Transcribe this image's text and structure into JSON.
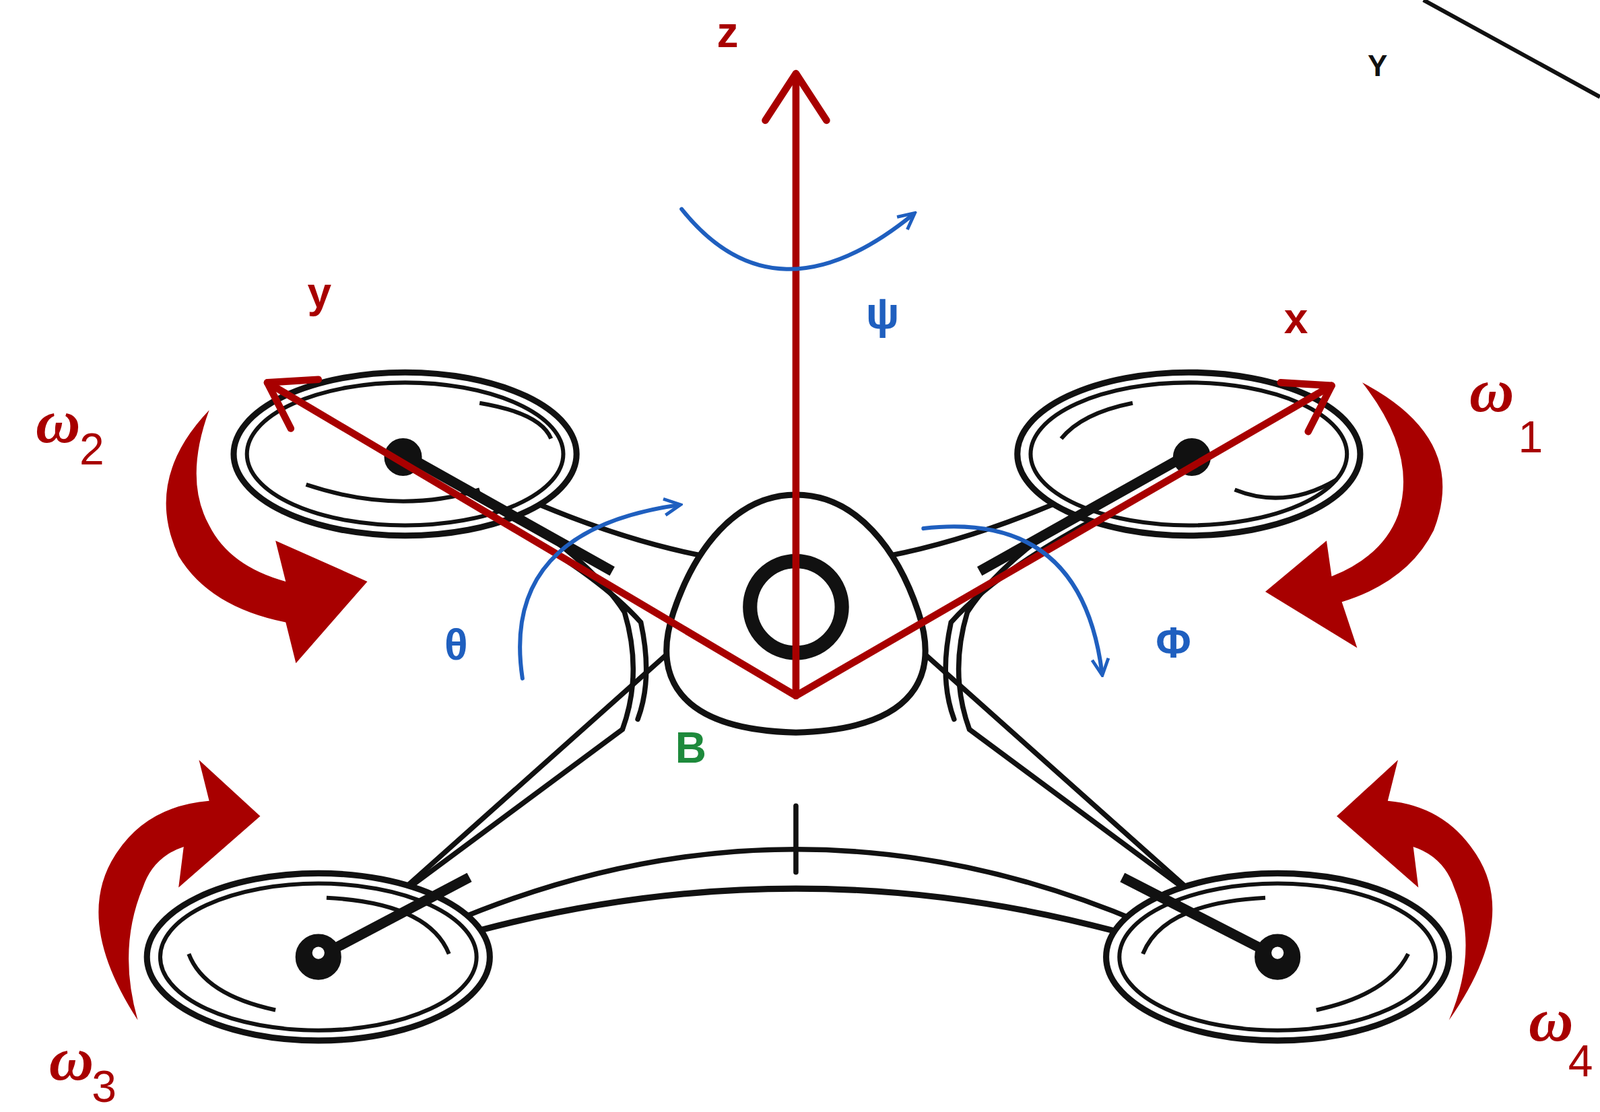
{
  "diagram": {
    "labels": [
      "z",
      "Y",
      "y",
      "ψ",
      "x",
      "ω",
      "1",
      "ω",
      "2",
      "θ",
      "Φ",
      "B",
      "ω",
      "3",
      "ω",
      "4"
    ]
  }
}
